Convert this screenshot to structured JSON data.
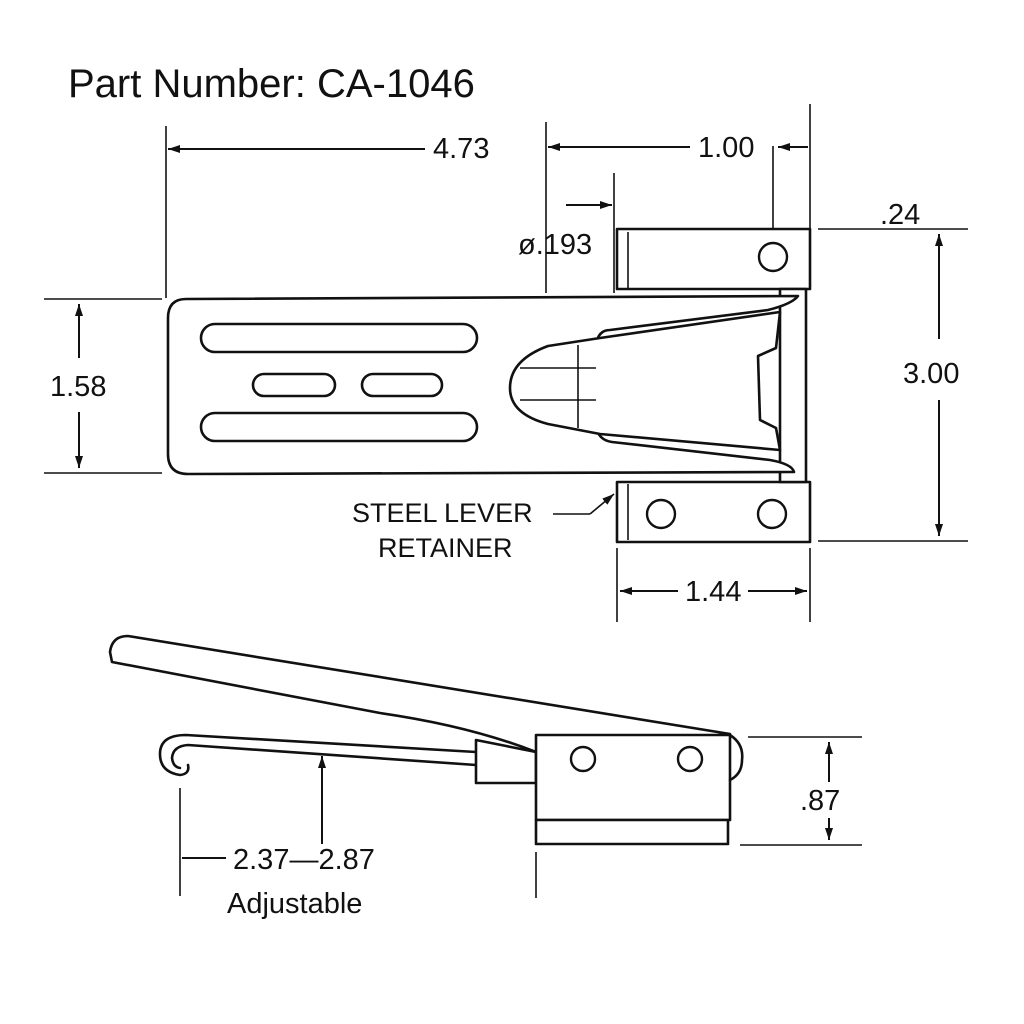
{
  "title": "Part Number: CA-1046",
  "dimensions": {
    "overall_length": "4.73",
    "mount_width": "1.00",
    "hole_diameter": "ø.193",
    "plate_thickness": ".24",
    "overall_height": "3.00",
    "body_width": "1.58",
    "base_width": "1.44",
    "side_height": ".87",
    "adjustable_range": "2.37—2.87",
    "adjustable_label": "Adjustable"
  },
  "callouts": {
    "retainer_line1": "STEEL LEVER",
    "retainer_line2": "RETAINER"
  }
}
